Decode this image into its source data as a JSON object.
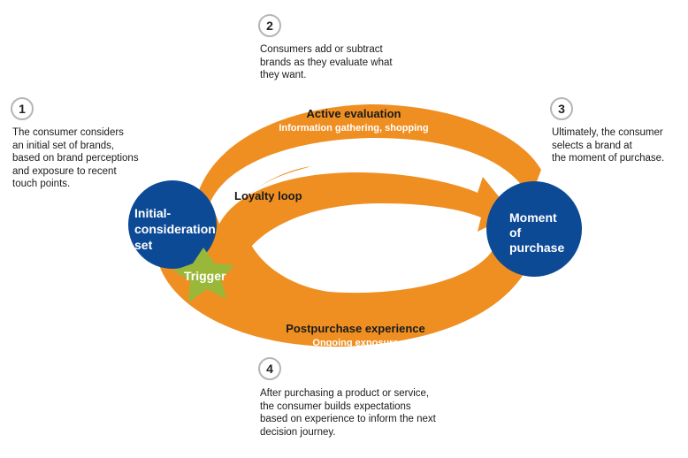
{
  "colors": {
    "loop_orange": "#ef8f22",
    "circle_blue": "#0d4a96",
    "star_green": "#99b83a",
    "text_dark": "#1a1a1a",
    "badge_border": "#b5b5b5"
  },
  "steps": [
    {
      "number": "1",
      "text": "The consumer considers\nan initial set of brands,\nbased on brand perceptions\nand exposure to recent\ntouch points."
    },
    {
      "number": "2",
      "text": "Consumers add or subtract\nbrands as they evaluate what\nthey want."
    },
    {
      "number": "3",
      "text": "Ultimately, the consumer\nselects a brand at\nthe moment of purchase."
    },
    {
      "number": "4",
      "text": "After purchasing a product or service,\nthe consumer builds expectations\nbased on experience to inform the next\ndecision journey."
    }
  ],
  "stages": {
    "active_evaluation": {
      "title": "Active evaluation",
      "subtitle": "Information gathering, shopping"
    },
    "loyalty_loop": {
      "title": "Loyalty loop"
    },
    "postpurchase": {
      "title": "Postpurchase experience",
      "subtitle": "Ongoing exposure"
    },
    "initial_set": {
      "lines": [
        "Initial-",
        "consideration",
        "set"
      ]
    },
    "moment_of_purchase": {
      "lines": [
        "Moment",
        "of",
        "purchase"
      ]
    },
    "trigger": {
      "label": "Trigger"
    }
  }
}
